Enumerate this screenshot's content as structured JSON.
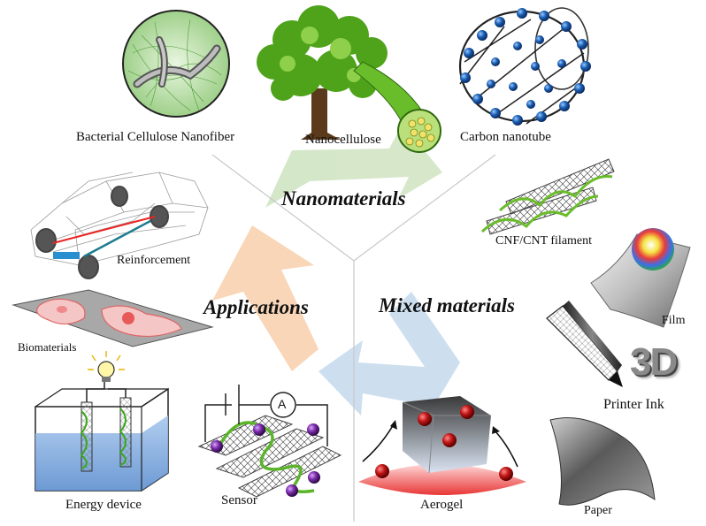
{
  "sections": {
    "nanomaterials": "Nanomaterials",
    "applications": "Applications",
    "mixed": "Mixed materials"
  },
  "labels": {
    "bacterial_cellulose": "Bacterial Cellulose Nanofiber",
    "nanocellulose": "Nanocellulose",
    "carbon_nanotube": "Carbon nanotube",
    "cnf_cnt_filament": "CNF/CNT filament",
    "reinforcement": "Reinforcement",
    "biomaterials": "Biomaterials",
    "film": "Film",
    "printer_ink": "Printer Ink",
    "energy_device": "Energy device",
    "sensor": "Sensor",
    "aerogel": "Aerogel",
    "paper": "Paper",
    "ammeter_symbol": "A",
    "logo_3d": "3D"
  },
  "colors": {
    "recycle_green": "#c8dfb8",
    "recycle_orange": "#f7c9a0",
    "recycle_blue": "#bcd4ea",
    "divider": "#c8c8c8",
    "leaf_green": "#5aa61c",
    "nanotube_blue": "#1a5fb4",
    "sphere_red": "#b51212",
    "sensor_purple": "#7a2aa8",
    "water_blue": "#6f9fd6"
  }
}
